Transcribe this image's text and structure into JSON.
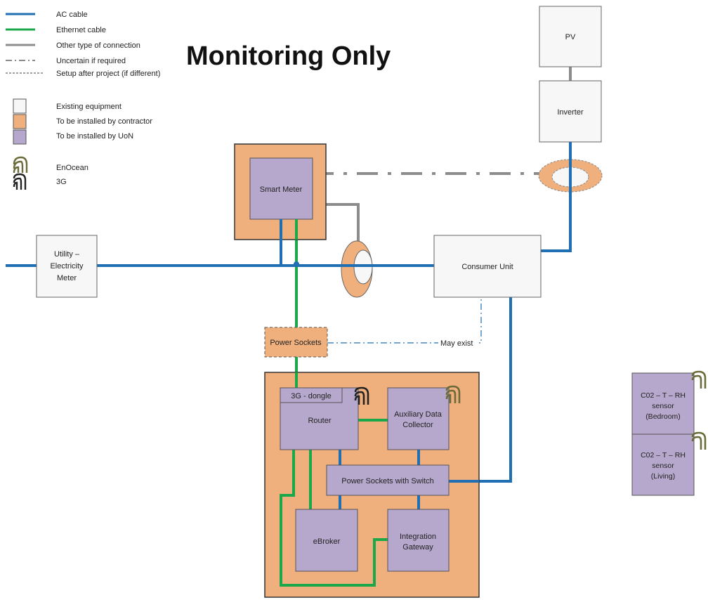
{
  "title": "Monitoring Only",
  "colors": {
    "ac_cable": "#1f6fb2",
    "ethernet_cable": "#1aa84a",
    "other_connection": "#8c8c8c",
    "existing": "#f7f7f7",
    "contractor": "#f0b07e",
    "uon": "#b6a8cc",
    "enocean_icon": "#6b6b3a",
    "g3_icon": "#222222"
  },
  "legend": {
    "ac_cable": "AC cable",
    "ethernet_cable": "Ethernet cable",
    "other_connection": "Other type of connection",
    "uncertain": "Uncertain if required",
    "setup_after": "Setup after project (if different)",
    "existing": "Existing equipment",
    "contractor": "To be installed by contractor",
    "uon": "To be installed by UoN",
    "enocean": "EnOcean",
    "g3": "3G"
  },
  "nodes": {
    "pv": "PV",
    "inverter": "Inverter",
    "smart_meter": "Smart Meter",
    "utility_1": "Utility –",
    "utility_2": "Electricity",
    "utility_3": "Meter",
    "consumer_unit": "Consumer Unit",
    "power_sockets": "Power Sockets",
    "may_exist": "May exist",
    "dongle": "3G - dongle",
    "router": "Router",
    "aux_1": "Auxiliary Data",
    "aux_2": "Collector",
    "sockets_switch": "Power Sockets with Switch",
    "ebroker": "eBroker",
    "gateway_1": "Integration",
    "gateway_2": "Gateway",
    "sensor_bed_1": "C02 – T – RH",
    "sensor_bed_2": "sensor",
    "sensor_bed_3": "(Bedroom)",
    "sensor_liv_1": "C02 – T – RH",
    "sensor_liv_2": "sensor",
    "sensor_liv_3": "(Living)"
  }
}
